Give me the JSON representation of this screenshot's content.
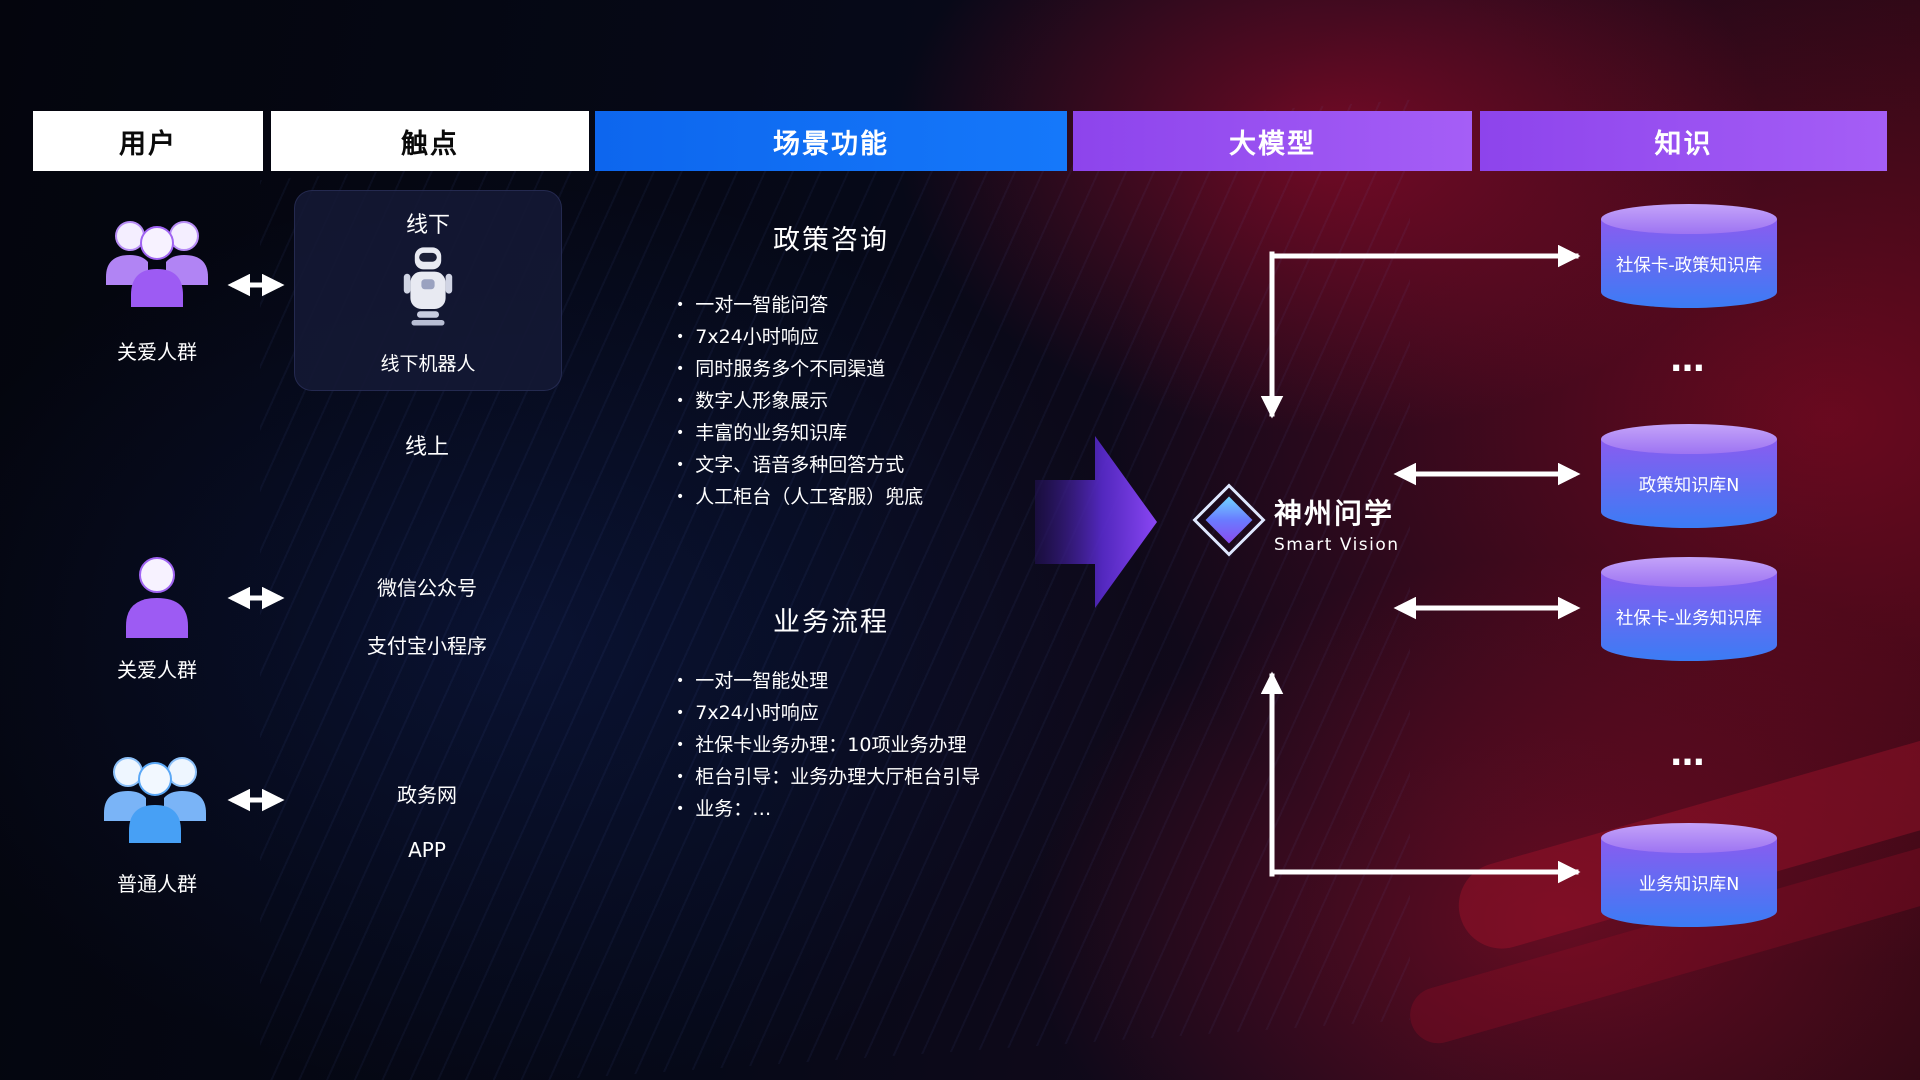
{
  "header": {
    "columns": [
      {
        "label": "用户"
      },
      {
        "label": "触点"
      },
      {
        "label": "场景功能"
      },
      {
        "label": "大模型"
      },
      {
        "label": "知识"
      }
    ]
  },
  "users": [
    {
      "label": "关爱人群"
    },
    {
      "label": "关爱人群"
    },
    {
      "label": "普通人群"
    }
  ],
  "touchpoints": {
    "offline": {
      "title": "线下",
      "caption": "线下机器人"
    },
    "online_label": "线上",
    "channels": [
      "微信公众号",
      "支付宝小程序",
      "政务网",
      "APP"
    ]
  },
  "scenarios": [
    {
      "title": "政策咨询",
      "items": [
        "一对一智能问答",
        "7x24小时响应",
        "同时服务多个不同渠道",
        "数字人形象展示",
        "丰富的业务知识库",
        "文字、语音多种回答方式",
        "人工柜台（人工客服）兜底"
      ]
    },
    {
      "title": "业务流程",
      "items": [
        "一对一智能处理",
        "7x24小时响应",
        "社保卡业务办理：10项业务办理",
        "柜台引导：业务办理大厅柜台引导",
        "业务：…"
      ]
    }
  ],
  "model": {
    "name": "神州问学",
    "subtitle": "Smart Vision"
  },
  "knowledge": {
    "databases": [
      "社保卡-政策知识库",
      "政策知识库N",
      "社保卡-业务知识库",
      "业务知识库N"
    ],
    "ellipsis": "…"
  },
  "colors": {
    "header_blue": "#1372f0",
    "header_purple": "#9a4cf0",
    "db_purple": "#8a5cf0",
    "db_blue": "#3b7cf4",
    "user_purple": "#9d5bf3",
    "user_blue": "#47a0f5",
    "flow_arrow_purple": "#7d3bf0",
    "background_red": "#8f0f26"
  }
}
